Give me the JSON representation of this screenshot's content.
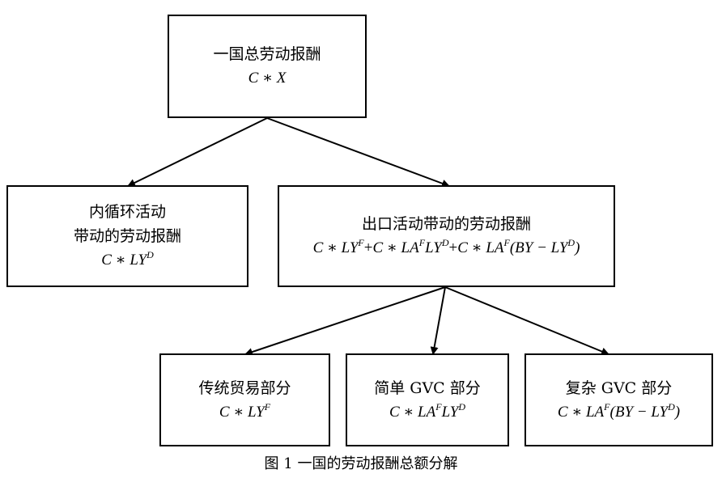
{
  "root": {
    "label": "一国总劳动报酬",
    "formula": {
      "a": "C ∗ X"
    }
  },
  "domestic": {
    "label_line1": "内循环活动",
    "label_line2": "带动的劳动报酬",
    "formula": {
      "a": "C ∗ LY",
      "a_sup": "D"
    }
  },
  "export": {
    "label": "出口活动带动的劳动报酬",
    "formula": {
      "t1": "C ∗ LY",
      "t1_sup": "F",
      "plus1": "+",
      "t2a": "C ∗ LA",
      "t2a_sup": "F",
      "t2b": "LY",
      "t2b_sup": "D",
      "plus2": "+",
      "t3a": "C ∗ LA",
      "t3a_sup": "F",
      "t3b": "(BY − LY",
      "t3b_sup": "D",
      "t3c": ")"
    }
  },
  "traditional": {
    "label": "传统贸易部分",
    "formula": {
      "a": "C ∗ LY",
      "a_sup": "F"
    }
  },
  "simple_gvc": {
    "label": "简单 GVC 部分",
    "formula": {
      "a": "C ∗ LA",
      "a_sup": "F",
      "b": "LY",
      "b_sup": "D"
    }
  },
  "complex_gvc": {
    "label": "复杂 GVC 部分",
    "formula": {
      "a": "C ∗ LA",
      "a_sup": "F",
      "b": "(BY − LY",
      "b_sup": "D",
      "c": ")"
    }
  },
  "caption": "图 1 一国的劳动报酬总额分解"
}
